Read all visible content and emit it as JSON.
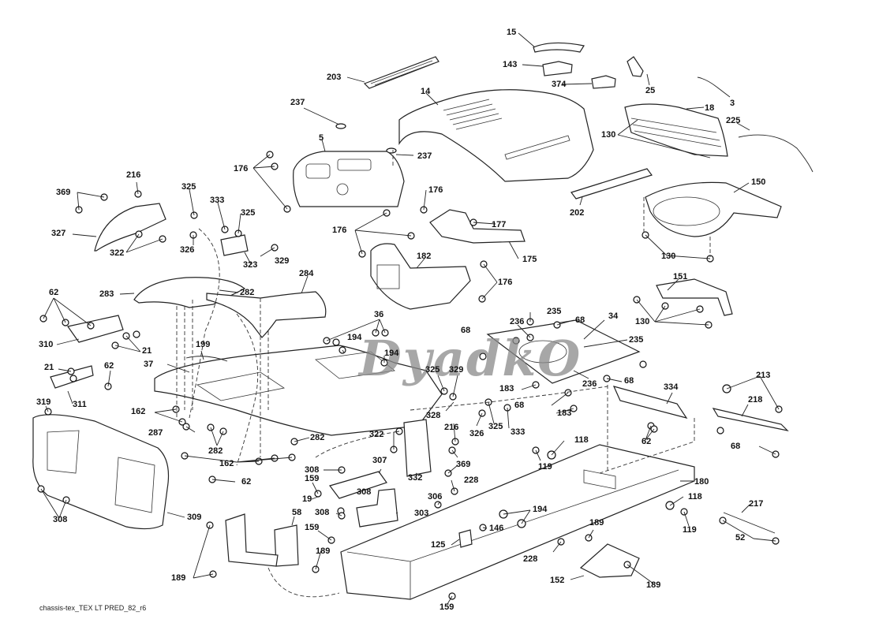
{
  "diagram": {
    "title": "chassis-tex_TEX LT PRED_82_r6",
    "watermark": "DyadkO",
    "accent_color": "#000000",
    "background_color": "#ffffff",
    "callouts": [
      {
        "id": "c15",
        "label": "15"
      },
      {
        "id": "c143",
        "label": "143"
      },
      {
        "id": "c374",
        "label": "374"
      },
      {
        "id": "c25",
        "label": "25"
      },
      {
        "id": "c3",
        "label": "3"
      },
      {
        "id": "c203",
        "label": "203"
      },
      {
        "id": "c14",
        "label": "14"
      },
      {
        "id": "c18",
        "label": "18"
      },
      {
        "id": "c237a",
        "label": "237"
      },
      {
        "id": "c130a",
        "label": "130"
      },
      {
        "id": "c225",
        "label": "225"
      },
      {
        "id": "c5",
        "label": "5"
      },
      {
        "id": "c237b",
        "label": "237"
      },
      {
        "id": "c176a",
        "label": "176"
      },
      {
        "id": "c150",
        "label": "150"
      },
      {
        "id": "c202",
        "label": "202"
      },
      {
        "id": "c216a",
        "label": "216"
      },
      {
        "id": "c325a",
        "label": "325"
      },
      {
        "id": "c369a",
        "label": "369"
      },
      {
        "id": "c333a",
        "label": "333"
      },
      {
        "id": "c325b",
        "label": "325"
      },
      {
        "id": "c176b",
        "label": "176"
      },
      {
        "id": "c327",
        "label": "327"
      },
      {
        "id": "c177",
        "label": "177"
      },
      {
        "id": "c176c",
        "label": "176"
      },
      {
        "id": "c322a",
        "label": "322"
      },
      {
        "id": "c326a",
        "label": "326"
      },
      {
        "id": "c329a",
        "label": "329"
      },
      {
        "id": "c323",
        "label": "323"
      },
      {
        "id": "c175",
        "label": "175"
      },
      {
        "id": "c130b",
        "label": "130"
      },
      {
        "id": "c182",
        "label": "182"
      },
      {
        "id": "c176d",
        "label": "176"
      },
      {
        "id": "c284",
        "label": "284"
      },
      {
        "id": "c151",
        "label": "151"
      },
      {
        "id": "c283",
        "label": "283"
      },
      {
        "id": "c282a",
        "label": "282"
      },
      {
        "id": "c62a",
        "label": "62"
      },
      {
        "id": "c130c",
        "label": "130"
      },
      {
        "id": "c36",
        "label": "36"
      },
      {
        "id": "c235a",
        "label": "235"
      },
      {
        "id": "c236a",
        "label": "236"
      },
      {
        "id": "c68a",
        "label": "68"
      },
      {
        "id": "c68b",
        "label": "68"
      },
      {
        "id": "c34",
        "label": "34"
      },
      {
        "id": "c310",
        "label": "310"
      },
      {
        "id": "c21a",
        "label": "21"
      },
      {
        "id": "c194a",
        "label": "194"
      },
      {
        "id": "c199",
        "label": "199"
      },
      {
        "id": "c194b",
        "label": "194"
      },
      {
        "id": "c235b",
        "label": "235"
      },
      {
        "id": "c21b",
        "label": "21"
      },
      {
        "id": "c62b",
        "label": "62"
      },
      {
        "id": "c37",
        "label": "37"
      },
      {
        "id": "c325c",
        "label": "325"
      },
      {
        "id": "c329b",
        "label": "329"
      },
      {
        "id": "c236b",
        "label": "236"
      },
      {
        "id": "c68c",
        "label": "68"
      },
      {
        "id": "c213",
        "label": "213"
      },
      {
        "id": "c311",
        "label": "311"
      },
      {
        "id": "c183a",
        "label": "183"
      },
      {
        "id": "c334",
        "label": "334"
      },
      {
        "id": "c319",
        "label": "319"
      },
      {
        "id": "c162a",
        "label": "162"
      },
      {
        "id": "c68d",
        "label": "68"
      },
      {
        "id": "c183b",
        "label": "183"
      },
      {
        "id": "c218",
        "label": "218"
      },
      {
        "id": "c328",
        "label": "328"
      },
      {
        "id": "c287",
        "label": "287"
      },
      {
        "id": "c326b",
        "label": "326"
      },
      {
        "id": "c325d",
        "label": "325"
      },
      {
        "id": "c333b",
        "label": "333"
      },
      {
        "id": "c216b",
        "label": "216"
      },
      {
        "id": "c322b",
        "label": "322"
      },
      {
        "id": "c282b",
        "label": "282"
      },
      {
        "id": "c282c",
        "label": "282"
      },
      {
        "id": "c62c",
        "label": "62"
      },
      {
        "id": "c68e",
        "label": "68"
      },
      {
        "id": "c118a",
        "label": "118"
      },
      {
        "id": "c369b",
        "label": "369"
      },
      {
        "id": "c162b",
        "label": "162"
      },
      {
        "id": "c119a",
        "label": "119"
      },
      {
        "id": "c308a",
        "label": "308"
      },
      {
        "id": "c307",
        "label": "307"
      },
      {
        "id": "c62d",
        "label": "62"
      },
      {
        "id": "c332",
        "label": "332"
      },
      {
        "id": "c159a",
        "label": "159"
      },
      {
        "id": "c228a",
        "label": "228"
      },
      {
        "id": "c180",
        "label": "180"
      },
      {
        "id": "c308b",
        "label": "308"
      },
      {
        "id": "c19",
        "label": "19"
      },
      {
        "id": "c306",
        "label": "306"
      },
      {
        "id": "c118b",
        "label": "118"
      },
      {
        "id": "c217",
        "label": "217"
      },
      {
        "id": "c308c",
        "label": "308"
      },
      {
        "id": "c303",
        "label": "303"
      },
      {
        "id": "c194c",
        "label": "194"
      },
      {
        "id": "c308d",
        "label": "308"
      },
      {
        "id": "c309",
        "label": "309"
      },
      {
        "id": "c58",
        "label": "58"
      },
      {
        "id": "c159b",
        "label": "159"
      },
      {
        "id": "c146",
        "label": "146"
      },
      {
        "id": "c189a",
        "label": "189"
      },
      {
        "id": "c119b",
        "label": "119"
      },
      {
        "id": "c52",
        "label": "52"
      },
      {
        "id": "c125",
        "label": "125"
      },
      {
        "id": "c189b",
        "label": "189"
      },
      {
        "id": "c228b",
        "label": "228"
      },
      {
        "id": "c189c",
        "label": "189"
      },
      {
        "id": "c152",
        "label": "152"
      },
      {
        "id": "c189d",
        "label": "189"
      },
      {
        "id": "c159c",
        "label": "159"
      }
    ]
  }
}
